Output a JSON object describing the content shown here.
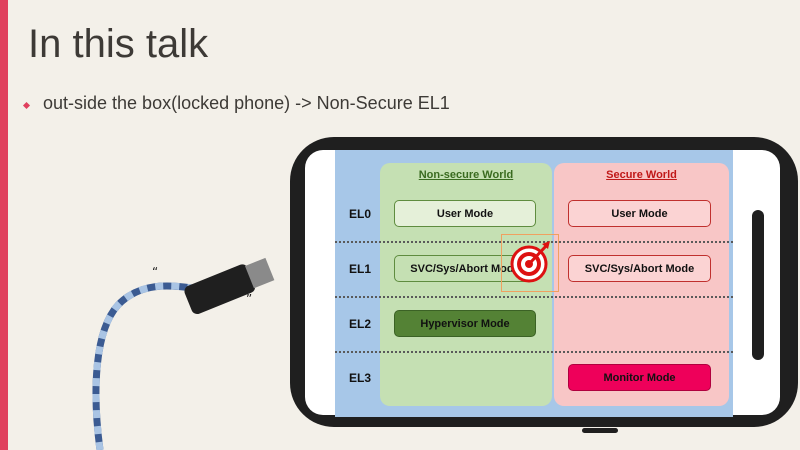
{
  "slide": {
    "title": "In this talk",
    "bullet": "out-side the box(locked phone) -> Non-Secure EL1"
  },
  "diagram": {
    "non_secure_title": "Non-secure World",
    "secure_title": "Secure World",
    "levels": [
      "EL0",
      "EL1",
      "EL2",
      "EL3"
    ],
    "non_secure_modes": {
      "el0": "User Mode",
      "el1": "SVC/Sys/Abort Mode",
      "el2": "Hypervisor Mode"
    },
    "secure_modes": {
      "el0": "User Mode",
      "el1": "SVC/Sys/Abort Mode",
      "el3": "Monitor Mode"
    }
  },
  "colors": {
    "accent": "#e0405e",
    "non_secure_bg": "#c5e0b3",
    "secure_bg": "#f8c6c6",
    "secure_title": "#c01818",
    "non_secure_title": "#3a6b20",
    "monitor_mode": "#ee005a",
    "hypervisor_mode": "#548235"
  },
  "icons": {
    "target": "target-icon",
    "usb_cable": "usb-cable-icon"
  }
}
